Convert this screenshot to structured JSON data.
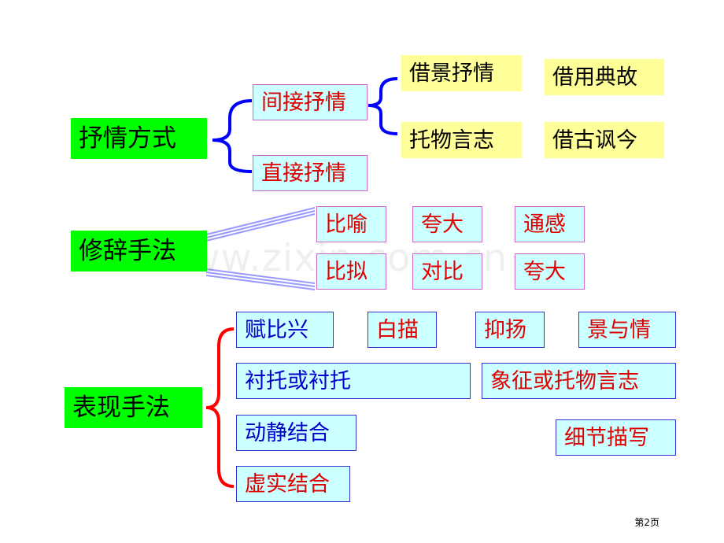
{
  "section1": {
    "category": "抒情方式",
    "indirect": "间接抒情",
    "direct": "直接抒情",
    "techniques": [
      "借景抒情",
      "托物言志",
      "借用典故",
      "借古讽今"
    ]
  },
  "section2": {
    "category": "修辞手法",
    "items": [
      "比喻",
      "夸大",
      "通感",
      "比拟",
      "对比",
      "夸大"
    ]
  },
  "section3": {
    "category": "表现手法",
    "items": [
      "赋比兴",
      "白描",
      "抑扬",
      "景与情",
      "衬托或衬托",
      "象征或托物言志",
      "动静结合",
      "细节描写",
      "虚实结合"
    ]
  },
  "watermark": "www.zixin.com.cn",
  "page_label": "第2页",
  "colors": {
    "category_bg": "#00ff00",
    "technique_bg": "#ffff99",
    "item_bg": "#ccffff",
    "bracket": "#0000ff",
    "bracket_red": "#ff0000",
    "red_text": "#e00000",
    "blue_text": "#0000cc"
  }
}
